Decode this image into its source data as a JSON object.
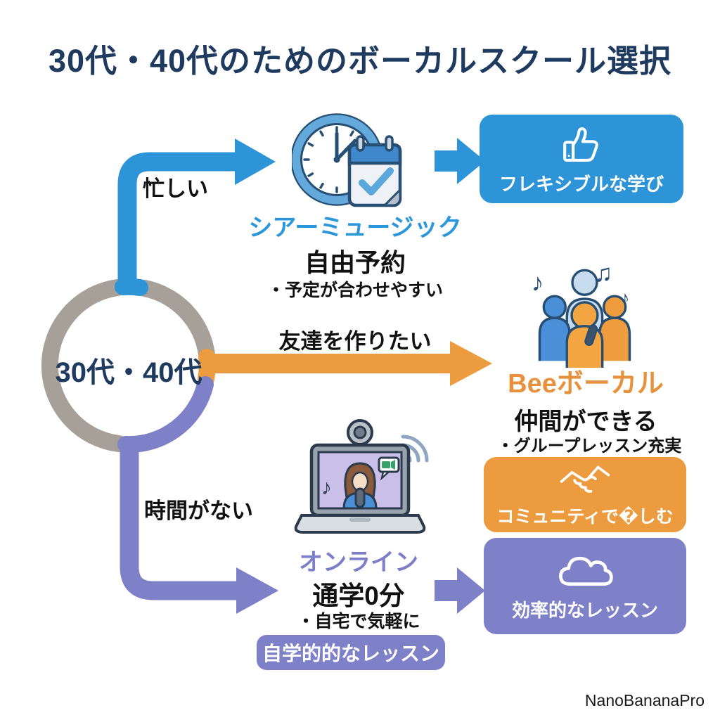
{
  "title": "30代・40代のためのボーカルスクール選択",
  "center": {
    "label": "30代・40代"
  },
  "branches": {
    "busy": {
      "condition": "忙しい",
      "school": "シアーミュージック",
      "feature": "自由予約",
      "detail": "・予定が合わせやすい",
      "benefit": "フレキシブルな学び"
    },
    "friends": {
      "condition": "友達を作りたい",
      "school": "Beeボーカル",
      "feature": "仲間ができる",
      "detail": "・グループレッスン充実",
      "benefit": "コミュニティで�しむ"
    },
    "no_time": {
      "condition": "時間がない",
      "school": "オンライン",
      "feature": "通学0分",
      "detail": "・自宅で気軽に",
      "benefit": "効率的なレッスン",
      "badge": "自学的的なレッスン"
    }
  },
  "icons": {
    "busy": "clock-calendar-icon",
    "busy_benefit": "thumbs-up-icon",
    "friends": "people-singing-icon",
    "friends_benefit": "handshake-icon",
    "no_time": "online-lesson-laptop-icon",
    "no_time_benefit": "cloud-icon"
  },
  "colors": {
    "navy": "#1e3a5f",
    "blue": "#2e94d8",
    "orange": "#ec9b3e",
    "purple": "#7e81c8",
    "ring_gray": "#a6a099",
    "background": "#ffffff"
  },
  "watermark": "NanoBananaPro"
}
